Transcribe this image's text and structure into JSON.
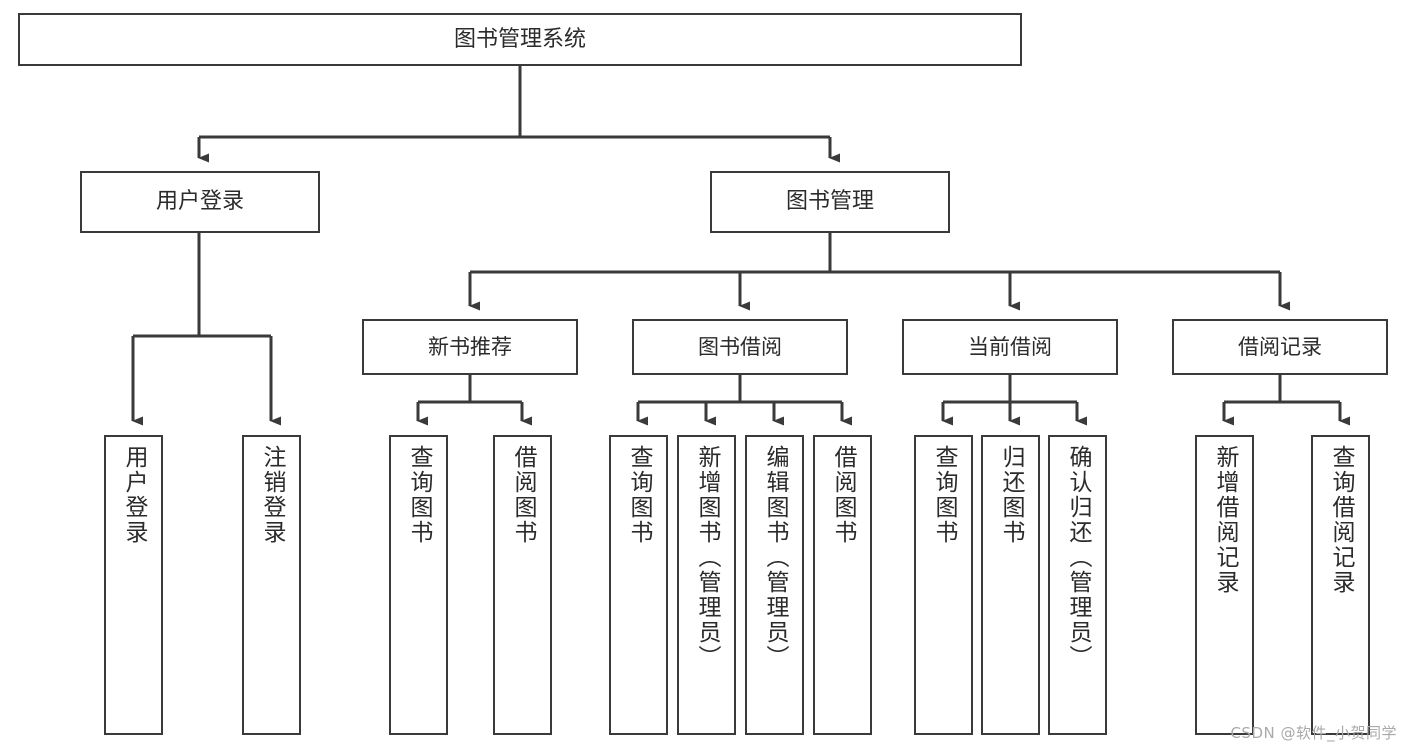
{
  "diagram": {
    "title": "图书管理系统",
    "type": "tree-hierarchy",
    "root": {
      "id": "root",
      "label": "图书管理系统"
    },
    "level1": [
      {
        "id": "user-login",
        "label": "用户登录"
      },
      {
        "id": "book-manage",
        "label": "图书管理"
      }
    ],
    "level2": [
      {
        "id": "new-book-recommend",
        "label": "新书推荐"
      },
      {
        "id": "book-borrow",
        "label": "图书借阅"
      },
      {
        "id": "current-borrow",
        "label": "当前借阅"
      },
      {
        "id": "borrow-record",
        "label": "借阅记录"
      }
    ],
    "leaves": [
      {
        "id": "leaf-user-login",
        "label": "用户登录",
        "parent": "user-login"
      },
      {
        "id": "leaf-logout-login",
        "label": "注销登录",
        "parent": "user-login"
      },
      {
        "id": "leaf-query-book-1",
        "label": "查询图书",
        "parent": "new-book-recommend"
      },
      {
        "id": "leaf-borrow-book-1",
        "label": "借阅图书",
        "parent": "new-book-recommend"
      },
      {
        "id": "leaf-query-book-2",
        "label": "查询图书",
        "parent": "book-borrow"
      },
      {
        "id": "leaf-add-book",
        "label": "新增图书（管理员）",
        "parent": "book-borrow"
      },
      {
        "id": "leaf-edit-book",
        "label": "编辑图书（管理员）",
        "parent": "book-borrow"
      },
      {
        "id": "leaf-borrow-book-2",
        "label": "借阅图书",
        "parent": "book-borrow"
      },
      {
        "id": "leaf-query-book-3",
        "label": "查询图书",
        "parent": "current-borrow"
      },
      {
        "id": "leaf-return-book",
        "label": "归还图书",
        "parent": "current-borrow"
      },
      {
        "id": "leaf-confirm-return",
        "label": "确认归还（管理员）",
        "parent": "current-borrow"
      },
      {
        "id": "leaf-add-record",
        "label": "新增借阅记录",
        "parent": "borrow-record"
      },
      {
        "id": "leaf-query-record",
        "label": "查询借阅记录",
        "parent": "borrow-record"
      }
    ],
    "watermark": "CSDN @软件_小贺同学",
    "colors": {
      "border": "#3a3a3a",
      "text": "#2b2b2b",
      "background": "#ffffff",
      "connector": "#3a3a3a",
      "watermark": "#a9a9a9"
    }
  }
}
